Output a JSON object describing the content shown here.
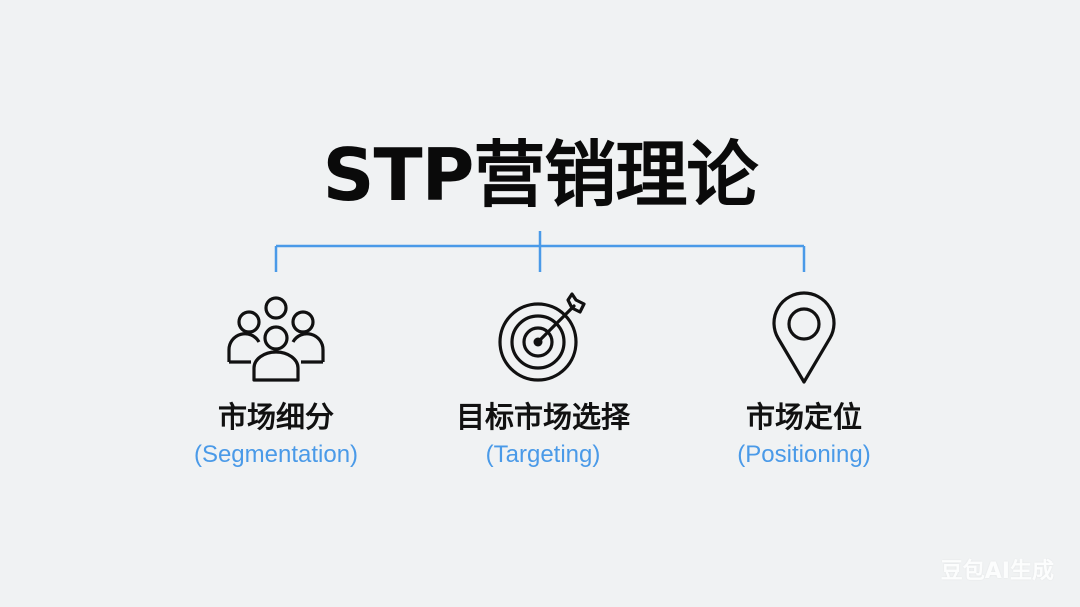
{
  "title": "STP营销理论",
  "colors": {
    "background": "#f0f2f3",
    "title": "#0a0a0a",
    "connector": "#4a9ae8",
    "english_label": "#4a9ae8",
    "icon_stroke": "#111111"
  },
  "nodes": [
    {
      "icon": "people-group-icon",
      "label_cn": "市场细分",
      "label_en": "(Segmentation)"
    },
    {
      "icon": "target-dart-icon",
      "label_cn": "目标市场选择",
      "label_en": "(Targeting)"
    },
    {
      "icon": "location-pin-icon",
      "label_cn": "市场定位",
      "label_en": "(Positioning)"
    }
  ],
  "watermark": "豆包AI生成"
}
